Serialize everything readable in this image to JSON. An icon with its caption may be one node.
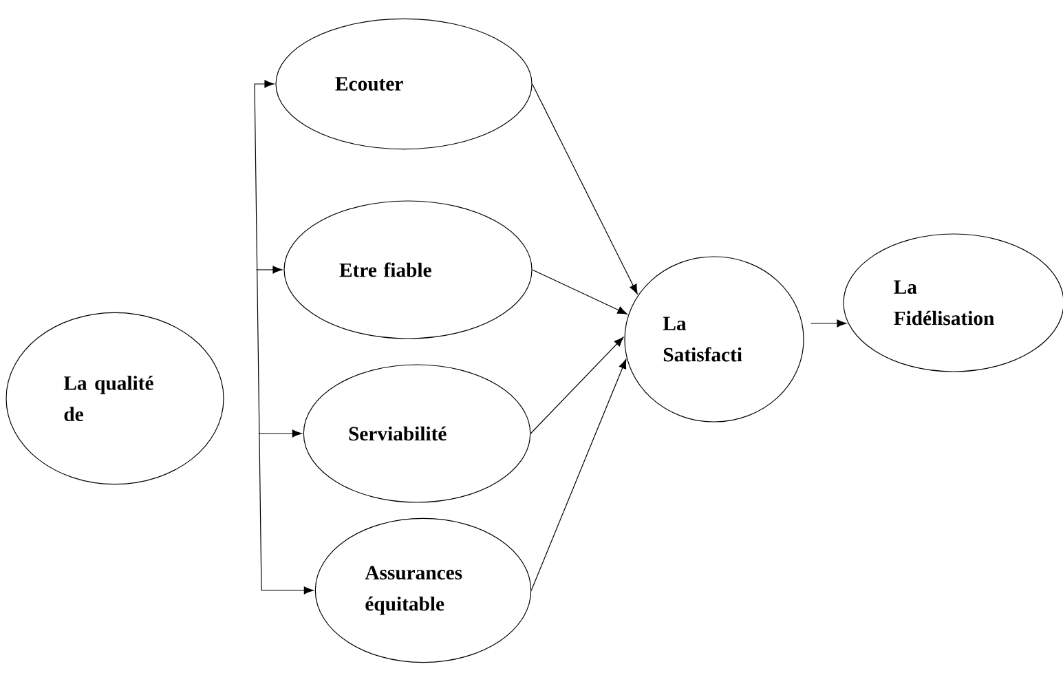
{
  "diagram": {
    "nodes": [
      {
        "text": [
          "La qualité de"
        ]
      },
      {
        "text": [
          "Ecouter"
        ]
      },
      {
        "text": [
          "Etre fiable"
        ]
      },
      {
        "text": [
          "Serviabilité"
        ]
      },
      {
        "text": [
          "Assurances équitable"
        ]
      },
      {
        "text": [
          "La Satisfacti"
        ]
      },
      {
        "text": [
          "La Fidélisation"
        ]
      }
    ],
    "edges": [
      {
        "from": null,
        "to": 1,
        "arrow": "to"
      },
      {
        "from": null,
        "to": 2,
        "arrow": "to"
      },
      {
        "from": null,
        "to": 3,
        "arrow": "to"
      },
      {
        "from": null,
        "to": 4,
        "arrow": "to"
      },
      {
        "from": 1,
        "to": 5,
        "arrow": "to"
      },
      {
        "from": 2,
        "to": 5,
        "arrow": "to"
      },
      {
        "from": 3,
        "to": 5,
        "arrow": "to"
      },
      {
        "from": 4,
        "to": 5,
        "arrow": "to"
      },
      {
        "from": 5,
        "to": 6,
        "arrow": "to"
      }
    ]
  }
}
